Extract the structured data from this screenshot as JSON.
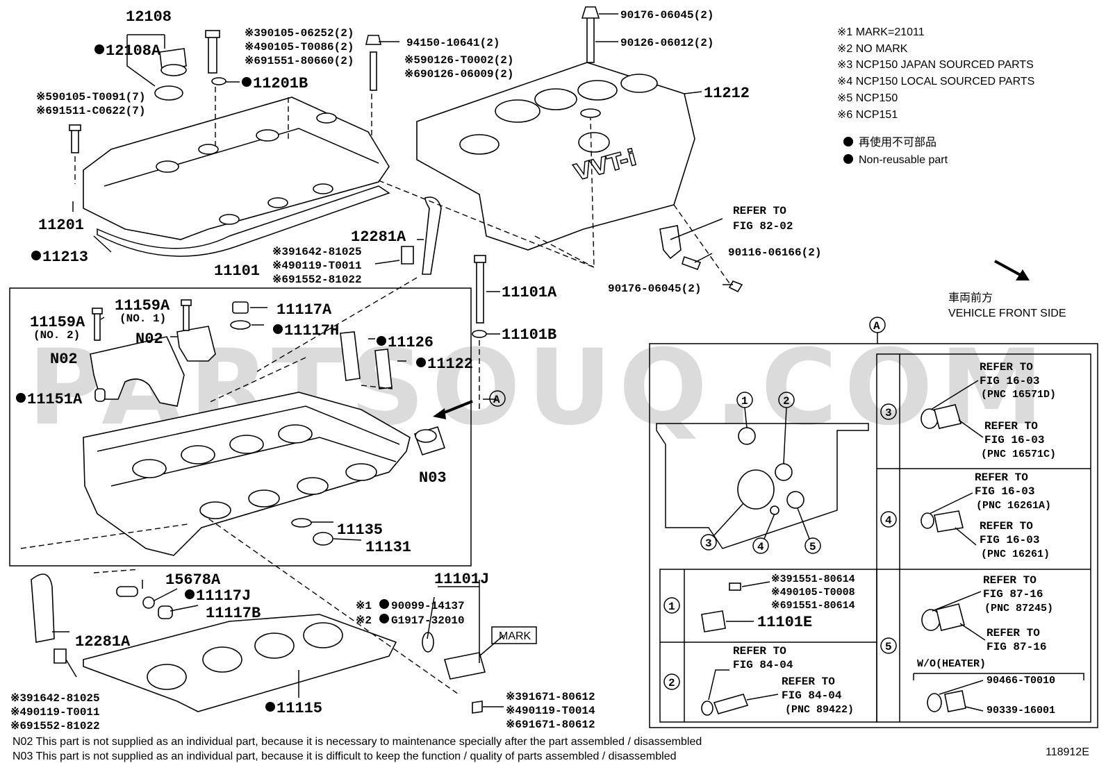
{
  "legend": {
    "notes": [
      "※1 MARK=21011",
      "※2 NO MARK",
      "※3 NCP150  JAPAN SOURCED PARTS",
      "※4 NCP150  LOCAL SOURCED PARTS",
      "※5 NCP150",
      "※6 NCP151"
    ],
    "non_reusable_jp": "再使用不可部品",
    "non_reusable_en": "Non-reusable part"
  },
  "direction": {
    "jp": "車両前方",
    "en": "VEHICLE FRONT SIDE"
  },
  "watermark": "PARTSOUQ.COM",
  "figure_code": "118912E",
  "footnotes": [
    "N02  This part is not supplied as an individual part, because it is necessary to maintenance specially after the part assembled / disassembled",
    "N03  This part is not supplied as an individual part, because it is difficult to keep the function / quality of parts  assembled / disassembled"
  ],
  "labels": {
    "p12108": "12108",
    "p12108A": "12108A",
    "s_90105_t0091": "※590105-T0091(7)",
    "s_91511_c0622": "※691511-C0622(7)",
    "p11201": "11201",
    "p11213": "11213",
    "s3_90105_06252": "※390105-06252(2)",
    "s4_90105_t0086": "※490105-T0086(2)",
    "s6_91551_80660": "※691551-80660(2)",
    "p11201B": "11201B",
    "p94150": "94150-10641(2)",
    "s5_90126_t0002": "※590126-T0002(2)",
    "s6_90126_06009": "※690126-06009(2)",
    "p90176_top": "90176-06045(2)",
    "p90126_06012": "90126-06012(2)",
    "p11212": "11212",
    "refer_82": "REFER TO",
    "fig_82": "FIG 82-02",
    "p90116": "90116-06166(2)",
    "p90176_bot": "90176-06045(2)",
    "p12281A_top": "12281A",
    "s3_91642_top": "※391642-81025",
    "s4_90119_top": "※490119-T0011",
    "s6_91552_top": "※691552-81022",
    "p11101": "11101",
    "p11101A": "11101A",
    "p11101B": "11101B",
    "p11159A_no1": "11159A",
    "no1": "(NO. 1)",
    "p11159A_no2": "11159A",
    "no2": "(NO. 2)",
    "p11117A": "11117A",
    "p11117H": "11117H",
    "n02a": "N02",
    "n02b": "N02",
    "p11126": "11126",
    "p11122": "11122",
    "p11151A": "11151A",
    "n03": "N03",
    "p11135": "11135",
    "p11131": "11131",
    "p15678A": "15678A",
    "p11117J": "11117J",
    "p11117B": "11117B",
    "p12281A_bot": "12281A",
    "s3_91642_bot": "※391642-81025",
    "s4_90119_bot": "※490119-T0011",
    "s6_91552_bot": "※691552-81022",
    "p11115": "11115",
    "p11101J": "11101J",
    "s1_90099": "※1",
    "v_90099": "90099-14137",
    "s2_g1917": "※2",
    "v_g1917": "G1917-32010",
    "mark": "MARK",
    "s3_91671": "※391671-80612",
    "s4_90119_t0014": "※490119-T0014",
    "s6_91671": "※691671-80612",
    "circle_a": "A"
  },
  "detail": {
    "callout": "A",
    "nums": [
      "1",
      "2",
      "3",
      "4",
      "5"
    ],
    "c3_ref1": "REFER TO",
    "c3_fig1": "FIG 16-03",
    "c3_pnc1": "(PNC 16571D)",
    "c3_ref2": "REFER TO",
    "c3_fig2": "FIG 16-03",
    "c3_pnc2": "(PNC 16571C)",
    "c4_ref1": "REFER TO",
    "c4_fig1": "FIG 16-03",
    "c4_pnc1": "(PNC 16261A)",
    "c4_ref2": "REFER TO",
    "c4_fig2": "FIG 16-03",
    "c4_pnc2": "(PNC 16261)",
    "c5_ref1": "REFER TO",
    "c5_fig1": "FIG 87-16",
    "c5_pnc1": "(PNC 87245)",
    "c5_ref2": "REFER TO",
    "c5_fig2": "FIG 87-16",
    "c5_woheater": "W/O(HEATER)",
    "c5_p1": "90466-T0010",
    "c5_p2": "90339-16001",
    "c1_s3": "※391551-80614",
    "c1_s4": "※490105-T0008",
    "c1_s6": "※691551-80614",
    "c1_p": "11101E",
    "c2_ref1": "REFER TO",
    "c2_fig1": "FIG 84-04",
    "c2_ref2": "REFER TO",
    "c2_fig2": "FIG 84-04",
    "c2_pnc": "(PNC 89422)"
  }
}
